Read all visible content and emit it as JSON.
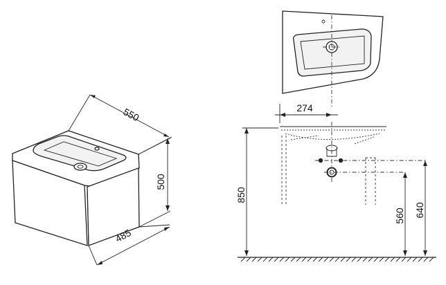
{
  "left_view": {
    "width_dim": "550",
    "height_dim": "500",
    "depth_dim": "485"
  },
  "right_view": {
    "drain_offset_dim": "274",
    "total_height_dim": "850",
    "drain_height_dim": "560",
    "tap_height_dim": "640"
  }
}
